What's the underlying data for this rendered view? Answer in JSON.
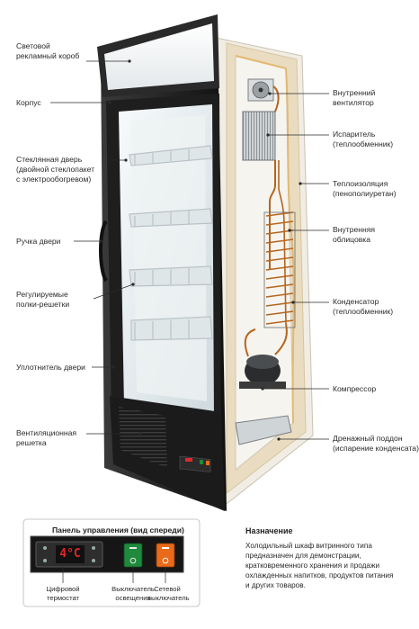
{
  "left_labels": [
    {
      "id": "light-box",
      "text": "Световой\nрекламный короб"
    },
    {
      "id": "body",
      "text": "Корпус"
    },
    {
      "id": "glass-door",
      "text": "Стеклянная дверь\n(двойной стеклопакет\nс электрообогревом)"
    },
    {
      "id": "door-handle",
      "text": "Ручка двери"
    },
    {
      "id": "shelves",
      "text": "Регулируемые\nполки-решетки"
    },
    {
      "id": "door-seal",
      "text": "Уплотнитель двери"
    },
    {
      "id": "vent-grille",
      "text": "Вентиляционная\nрешетка"
    }
  ],
  "right_labels": [
    {
      "id": "inner-fan",
      "text": "Внутренний\nвентилятор"
    },
    {
      "id": "evaporator",
      "text": "Испаритель\n(теплообменник)"
    },
    {
      "id": "insulation",
      "text": "Теплоизоляция\n(пенополиуретан)"
    },
    {
      "id": "inner-lining",
      "text": "Внутренняя\nоблицовка"
    },
    {
      "id": "condenser",
      "text": "Конденсатор\n(теплообменник)"
    },
    {
      "id": "compressor",
      "text": "Компрессор"
    },
    {
      "id": "drain-tray",
      "text": "Дренажный поддон\n(испарение конденсата)"
    }
  ],
  "control_panel": {
    "title": "Панель управления (вид спереди)",
    "display_value": "4°C",
    "labels": [
      {
        "id": "thermostat",
        "text": "Цифровой\nтермостат"
      },
      {
        "id": "light-switch",
        "text": "Выключатель\nосвещения"
      },
      {
        "id": "power-switch",
        "text": "Сетевой\nвыключатель"
      }
    ]
  },
  "description": {
    "title": "Назначение",
    "body": "Холодильный шкаф витринного типа\nпредназначен для демонстрации,\nкратковременного хранения и продажи\nохлажденных напитков, продуктов питания\nи других товаров."
  },
  "colors": {
    "cabinet": "#1c1c1c",
    "lining": "#f3efe6",
    "insulation": "#e9dcc0",
    "copper": "#b5651d",
    "glass": "#e8eef1",
    "display": "#e0262b",
    "light_switch": "#1f8a3b",
    "power_switch": "#e86a1a"
  }
}
